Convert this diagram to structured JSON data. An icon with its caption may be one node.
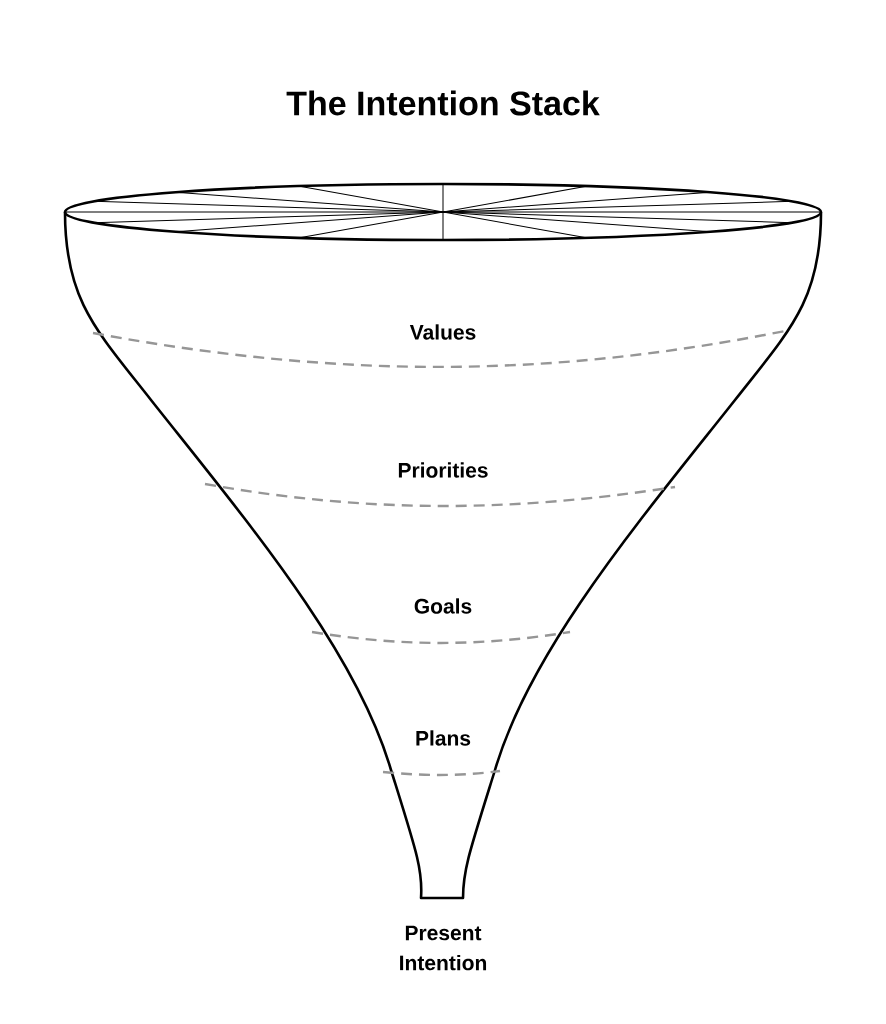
{
  "diagram": {
    "title": "The Intention Stack",
    "labels": [
      "Values",
      "Priorities",
      "Goals",
      "Plans",
      "Present Intention"
    ]
  }
}
